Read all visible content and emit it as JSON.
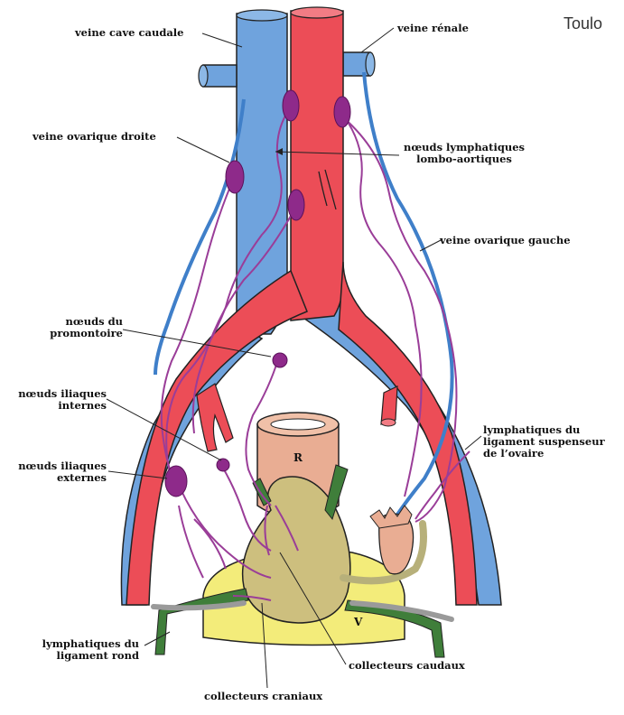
{
  "corner_text": "Toulo",
  "labels": {
    "veine_cave_caudale": "veine cave caudale",
    "veine_renale": "veine rénale",
    "veine_ovarique_droite": "veine ovarique droite",
    "noeuds_lombo_line1": "nœuds lymphatiques",
    "noeuds_lombo_line2": "lombo-aortiques",
    "veine_ovarique_gauche": "veine ovarique gauche",
    "noeuds_promontoire_line1": "nœuds du",
    "noeuds_promontoire_line2": "promontoire",
    "noeuds_iliaques_internes_line1": "nœuds iliaques",
    "noeuds_iliaques_internes_line2": "internes",
    "noeuds_iliaques_externes_line1": "nœuds iliaques",
    "noeuds_iliaques_externes_line2": "externes",
    "lymph_lig_susp_line1": "lymphatiques du",
    "lymph_lig_susp_line2": "ligament suspenseur",
    "lymph_lig_susp_line3": "de l’ovaire",
    "lymph_lig_rond_line1": "lymphatiques du",
    "lymph_lig_rond_line2": "ligament rond",
    "collecteurs_caudaux": "collecteurs caudaux",
    "collecteurs_craniaux": "collecteurs craniaux",
    "organ_r": "R",
    "organ_v": "V"
  },
  "colors": {
    "vein": "#6fa3dd",
    "vein_dark": "#3f7fc9",
    "artery": "#ec4d57",
    "node": "#8e2a8a",
    "lymph": "#9a3d98",
    "rectum": "#e9ad93",
    "bladder_uterus": "#cdbf7e",
    "vagina": "#f3ec7a",
    "ligament": "#3f7e3a",
    "outline": "#222222"
  }
}
